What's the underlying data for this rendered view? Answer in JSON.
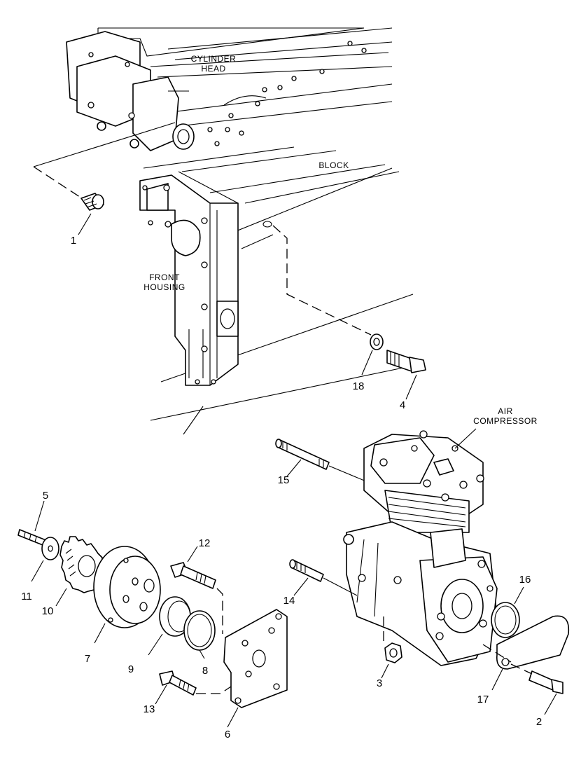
{
  "labels": {
    "cylinder_head": [
      "CYLINDER",
      "HEAD"
    ],
    "block": "BLOCK",
    "front_housing": [
      "FRONT",
      "HOUSING"
    ],
    "air_compressor": [
      "AIR",
      "COMPRESSOR"
    ]
  },
  "callouts": {
    "c1": "1",
    "c2": "2",
    "c3": "3",
    "c4": "4",
    "c5": "5",
    "c6": "6",
    "c7": "7",
    "c8": "8",
    "c9": "9",
    "c10": "10",
    "c11": "11",
    "c12": "12",
    "c13": "13",
    "c14": "14",
    "c15": "15",
    "c16": "16",
    "c17": "17",
    "c18": "18"
  }
}
